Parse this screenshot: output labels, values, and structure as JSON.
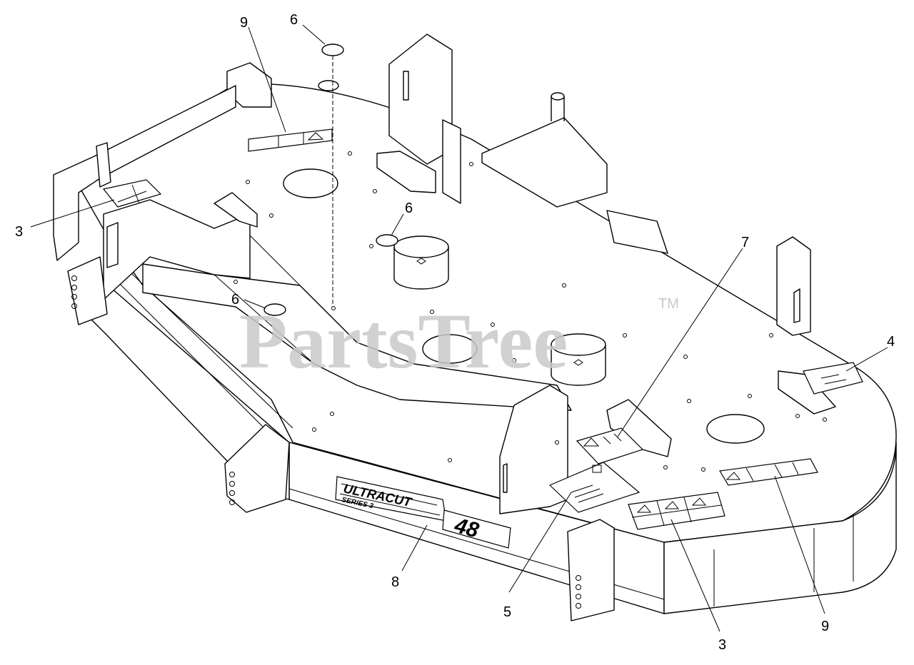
{
  "watermark": {
    "text": "PartsTree",
    "trademark": "TM"
  },
  "deck_branding": {
    "name": "ULTRACUT",
    "series": "SERIES 3",
    "size": "48"
  },
  "callouts": [
    {
      "id": "c-9-top",
      "label": "9"
    },
    {
      "id": "c-6-top",
      "label": "6"
    },
    {
      "id": "c-3-left",
      "label": "3"
    },
    {
      "id": "c-6-mid",
      "label": "6"
    },
    {
      "id": "c-6-left",
      "label": "6"
    },
    {
      "id": "c-7",
      "label": "7"
    },
    {
      "id": "c-4",
      "label": "4"
    },
    {
      "id": "c-8",
      "label": "8"
    },
    {
      "id": "c-5",
      "label": "5"
    },
    {
      "id": "c-3-bottom",
      "label": "3"
    },
    {
      "id": "c-9-bottom",
      "label": "9"
    }
  ]
}
